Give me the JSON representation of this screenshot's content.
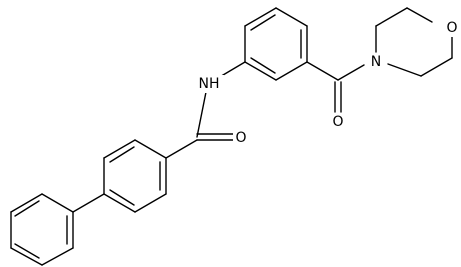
{
  "molecule": {
    "atom_labels": {
      "amide_nitrogen": "NH",
      "amide_oxygen": "O",
      "ketone_oxygen": "O",
      "morpholine_nitrogen": "N",
      "morpholine_oxygen": "O"
    }
  }
}
